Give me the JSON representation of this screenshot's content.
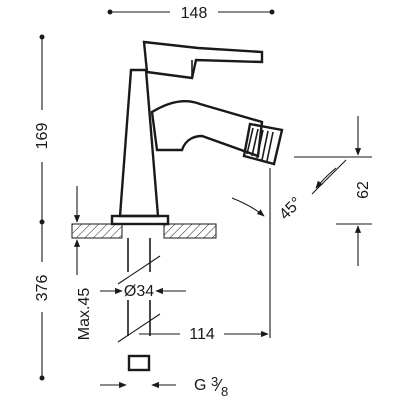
{
  "dimensions": {
    "width_top": "148",
    "height_body": "169",
    "height_total": "376",
    "height_spout": "62",
    "angle": "45°",
    "hole_diameter": "Ø34",
    "max_thickness": "Max.45",
    "reach": "114",
    "thread_main": "G",
    "thread_fraction_num": "3",
    "thread_fraction_den": "8"
  }
}
